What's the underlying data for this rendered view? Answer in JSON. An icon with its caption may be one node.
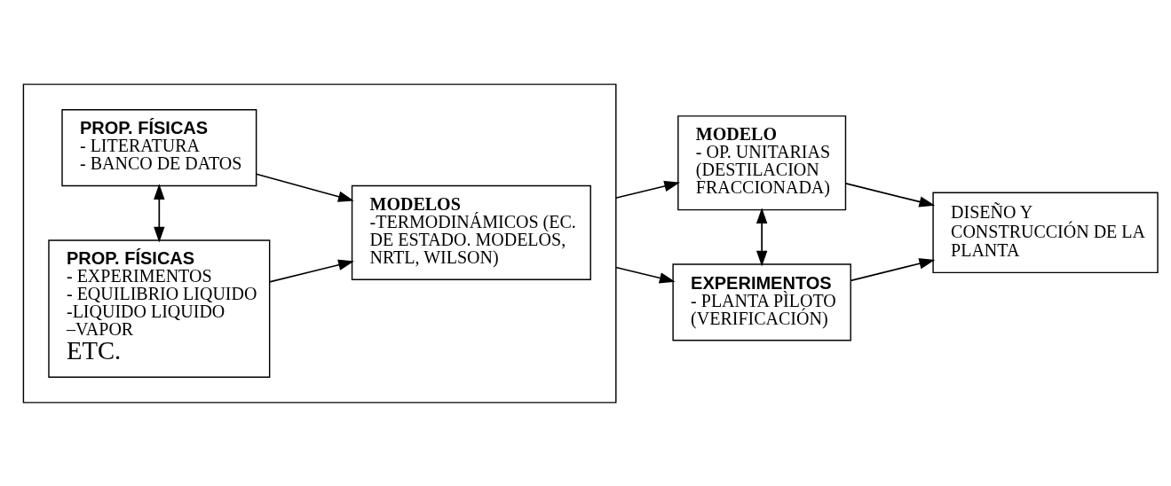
{
  "diagram": {
    "nodes": [
      {
        "text": [],
        "shape": "box"
      },
      {
        "text": [
          "PROP. FÍSICAS",
          "- LITERATURA",
          "- BANCO DE DATOS"
        ],
        "in": 0
      },
      {
        "text": [
          "PROP. FÍSICAS",
          "- EXPERIMENTOS",
          "- EQUILIBRIO LIQUIDO -LIQUIDO LIQUIDO –VAPOR",
          "ETC."
        ],
        "in": 0
      },
      {
        "text": [
          "MODELOS",
          "-TERMODINÁMICOS (EC. DE ESTADO. MODELOS, NRTL, WILSON)"
        ],
        "in": 0
      },
      {
        "text": [
          "MODELO",
          "- OP. UNITARIAS (DESTILACION FRACCIONADA)"
        ]
      },
      {
        "text": [
          "EXPERIMENTOS",
          "- PLANTA PÌLOTO (VERIFICACIÓN)"
        ]
      },
      {
        "text": [
          "DISEÑO Y CONSTRUCCIÓN DE LA PLANTA"
        ]
      }
    ],
    "edges": [
      {
        "from": 1,
        "to": 2,
        "arrow": "both"
      },
      {
        "from": 1,
        "to": 3,
        "arrow": "to"
      },
      {
        "from": 2,
        "to": 3,
        "arrow": "to"
      },
      {
        "from": 0,
        "to": 4,
        "arrow": "to"
      },
      {
        "from": 0,
        "to": 5,
        "arrow": "to"
      },
      {
        "from": 4,
        "to": 5,
        "arrow": "both"
      },
      {
        "from": 4,
        "to": 6,
        "arrow": "to"
      },
      {
        "from": 5,
        "to": 6,
        "arrow": "to"
      }
    ]
  }
}
